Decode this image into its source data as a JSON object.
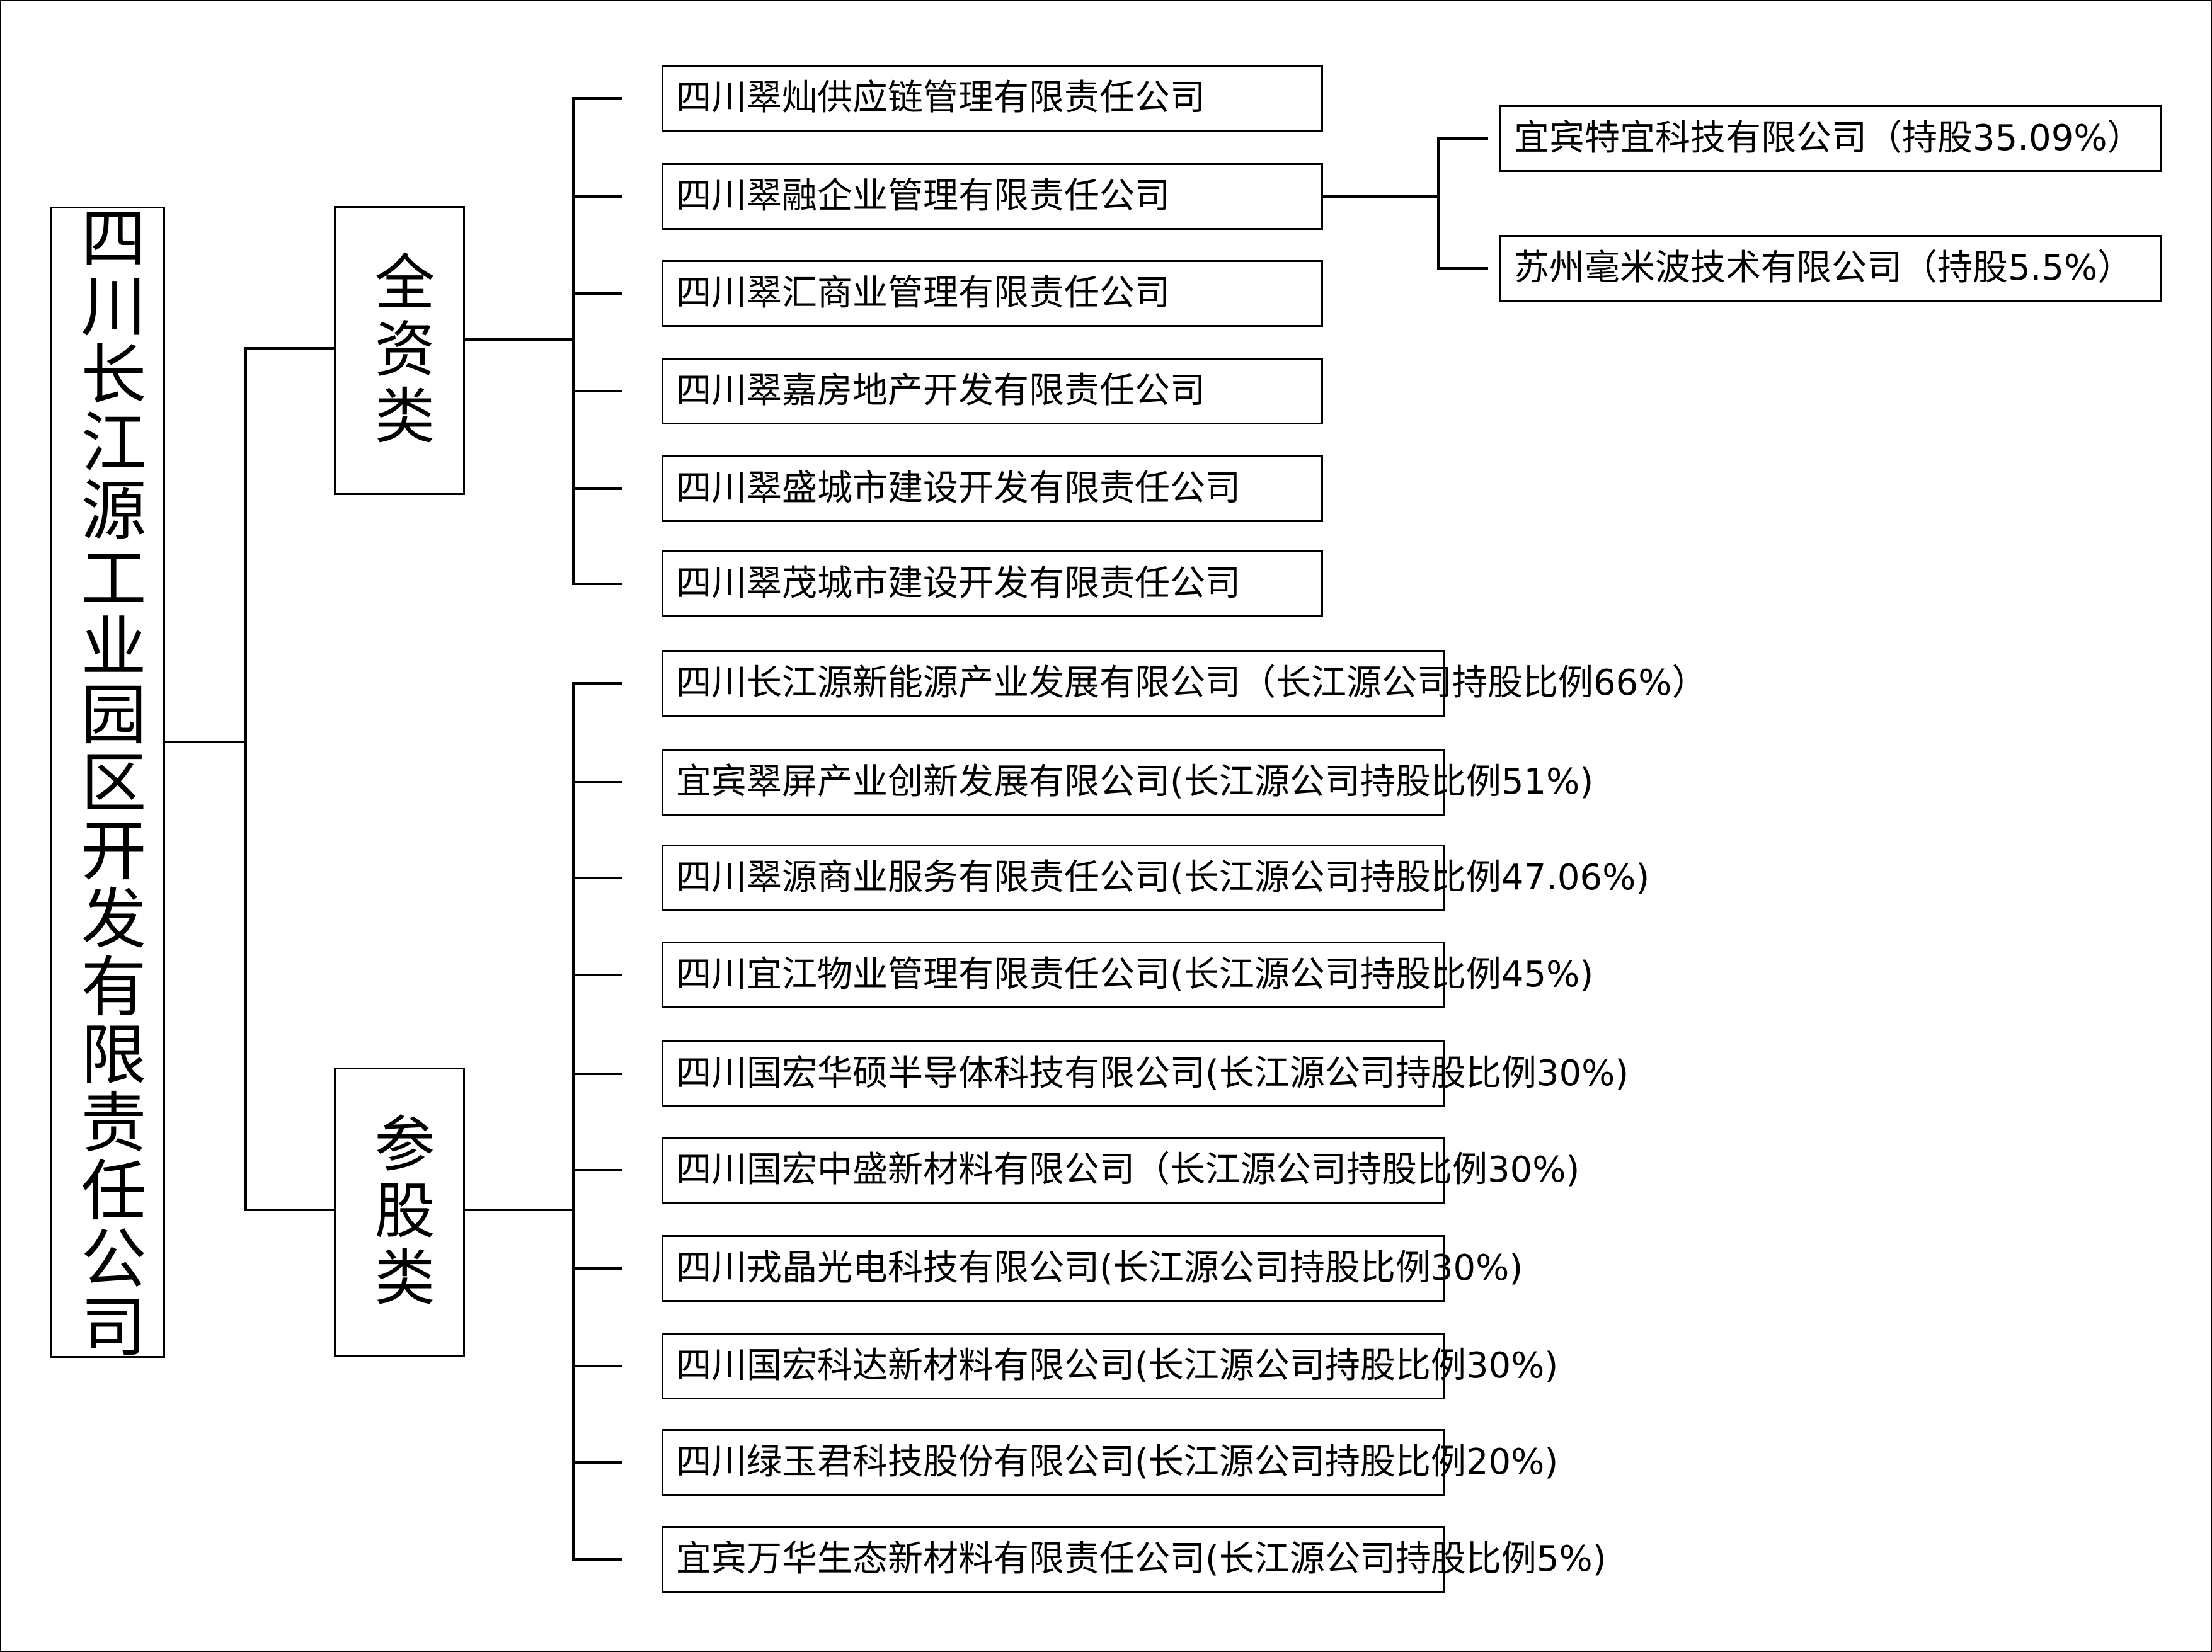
{
  "root": {
    "label": "四川长江源工业园区开发有限责任公司"
  },
  "categories": [
    {
      "label": "全资类",
      "companies": [
        {
          "name": "四川翠灿供应链管理有限责任公司"
        },
        {
          "name": "四川翠融企业管理有限责任公司"
        },
        {
          "name": "四川翠汇商业管理有限责任公司"
        },
        {
          "name": "四川翠嘉房地产开发有限责任公司"
        },
        {
          "name": "四川翠盛城市建设开发有限责任公司"
        },
        {
          "name": "四川翠茂城市建设开发有限责任公司"
        }
      ]
    },
    {
      "label": "参股类",
      "companies": [
        {
          "name": "四川长江源新能源产业发展有限公司（长江源公司持股比例66%）"
        },
        {
          "name": "宜宾翠屏产业创新发展有限公司(长江源公司持股比例51%)"
        },
        {
          "name": "四川翠源商业服务有限责任公司(长江源公司持股比例47.06%)"
        },
        {
          "name": "四川宜江物业管理有限责任公司(长江源公司持股比例45%)"
        },
        {
          "name": "四川国宏华硕半导体科技有限公司(长江源公司持股比例30%)"
        },
        {
          "name": "四川国宏中盛新材料有限公司（长江源公司持股比例30%)"
        },
        {
          "name": "四川戎晶光电科技有限公司(长江源公司持股比例30%)"
        },
        {
          "name": "四川国宏科达新材料有限公司(长江源公司持股比例30%)"
        },
        {
          "name": "四川绿玉君科技股份有限公司(长江源公司持股比例20%)"
        },
        {
          "name": "宜宾万华生态新材料有限责任公司(长江源公司持股比例5%)"
        }
      ]
    }
  ],
  "subsidiaries": [
    {
      "name": "宜宾特宜科技有限公司（持股35.09%）"
    },
    {
      "name": "苏州毫米波技术有限公司（持股5.5%）"
    }
  ]
}
